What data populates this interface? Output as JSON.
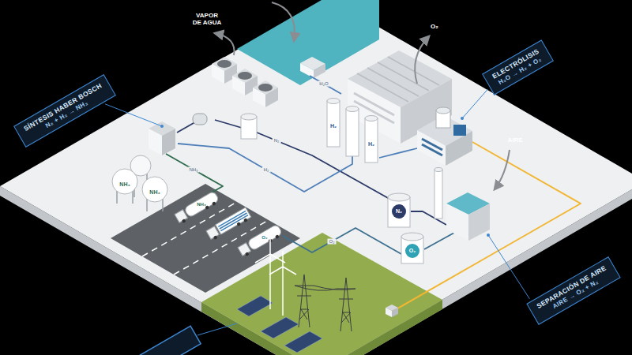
{
  "diagram": {
    "nodes": [
      {
        "text": [
          "ELECTRÓLISIS",
          "H₂O → H₂ + O₂"
        ]
      },
      {
        "text": [
          "SÍNTESIS HABER BOSCH",
          "N₂ + H₂ → NH₃"
        ]
      },
      {
        "text": [
          "SEPARACIÓN DE AIRE",
          "AIRE → O₂ + N₂"
        ]
      }
    ],
    "labels": [
      "VAPOR DE AGUA",
      "O₂",
      "H₂O",
      "H₂",
      "H₂",
      "AIRE",
      "H₂",
      "N₂",
      "NH₃",
      "NH₃",
      "NH₃",
      "NH₃",
      "N₂",
      "O₂",
      "O₂",
      "O₂"
    ]
  }
}
